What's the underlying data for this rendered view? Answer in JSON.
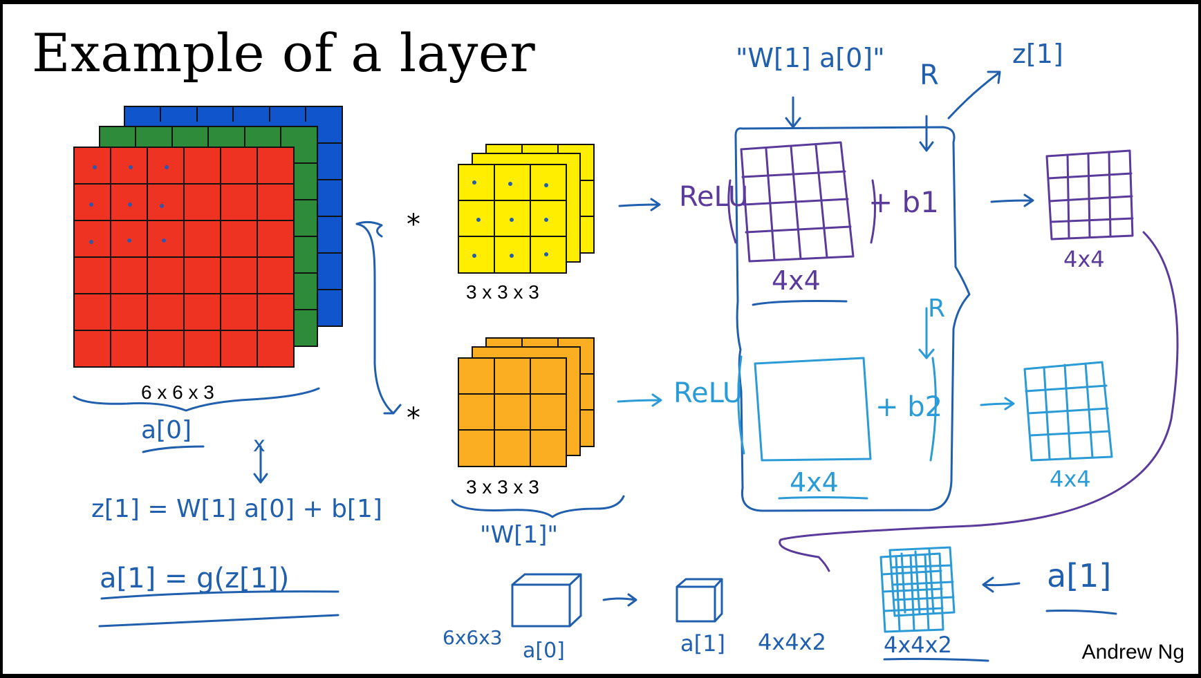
{
  "slide": {
    "title": "Example of a layer",
    "author": "Andrew Ng",
    "colors": {
      "red": "#ee3322",
      "green": "#2e8b3a",
      "blue": "#1155cc",
      "yellow": "#ffee00",
      "orange": "#fbae22",
      "ink_blue": "#1f5fae",
      "ink_purple": "#5a3a9a",
      "ink_cyan": "#2a9bd6"
    }
  },
  "input_volume": {
    "dims": "6 x 6 x 3",
    "annotation": "a[0]"
  },
  "filter1": {
    "dims": "3 x 3 x 3"
  },
  "filter2": {
    "dims": "3 x 3 x 3",
    "annotation": "\"W[1]\""
  },
  "handwriting": {
    "top_weight": "\"W[1] a[0]\"",
    "relu_label": "ReLU",
    "bias1": "+ b1",
    "bias2": "+ b2",
    "out_small": "4x4",
    "R": "R",
    "z1": "z[1]",
    "x_mark": "x",
    "eq_z": "z[1] = W[1] a[0] + b[1]",
    "eq_a": "a[1] = g(z[1])",
    "label_6x6x3": "6x6x3",
    "label_a0": "a[0]",
    "label_a1": "a[1]",
    "label_4x4x2": "4x4x2",
    "label_4x4x2_b": "4x4x2",
    "label_a1_right": "a[1]"
  }
}
